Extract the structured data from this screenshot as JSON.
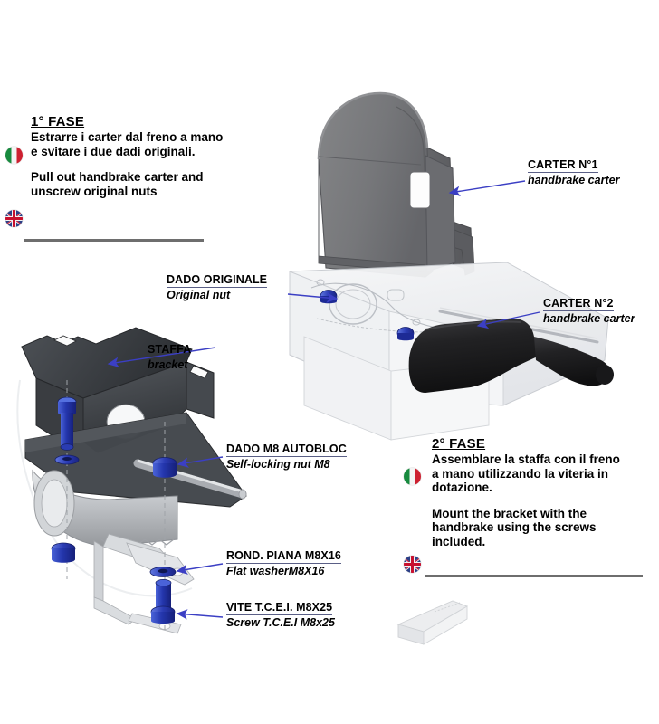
{
  "document": {
    "type": "assembly-instruction-diagram",
    "background_color": "#ffffff"
  },
  "colors": {
    "arrow": "#3b3fc4",
    "callout_underline": "#5a5f86",
    "rule": "#6e6e6e",
    "carter1_body": "#77787a",
    "carter1_dark": "#5f6062",
    "carter2_ghost": "#e9ebee",
    "bracket_dark": "#3f4246",
    "hardware_blue": "#2b44b8",
    "lever_black": "#1a1a1c",
    "tube_gray": "#bfc2c6",
    "flag_italy_green": "#178a3e",
    "flag_italy_red": "#cd2030",
    "flag_uk_blue": "#2b3f87",
    "flag_uk_red": "#c8102e"
  },
  "phase1": {
    "title": "1° FASE",
    "italian": "Estrarre i carter dal freno a mano e svitare i due dadi originali.",
    "english": "Pull out handbrake carter and unscrew original nuts",
    "flag_italian": "flag-italy-icon",
    "flag_english": "flag-uk-icon"
  },
  "phase2": {
    "title": "2° FASE",
    "italian": "Assemblare la staffa con il freno a mano utilizzando la viteria in dotazione.",
    "english": "Mount the bracket with the handbrake using the screws included.",
    "flag_italian": "flag-italy-icon",
    "flag_english": "flag-uk-icon"
  },
  "callouts": [
    {
      "id": "carter1",
      "it": "CARTER N°1",
      "en": "handbrake carter"
    },
    {
      "id": "carter2",
      "it": "CARTER N°2",
      "en": "handbrake carter"
    },
    {
      "id": "dado-originale",
      "it": "DADO ORIGINALE",
      "en": "Original nut"
    },
    {
      "id": "staffa",
      "it": "STAFFA",
      "en": "bracket"
    },
    {
      "id": "dado-m8",
      "it": "DADO M8 AUTOBLOC",
      "en": "Self-locking nut M8"
    },
    {
      "id": "rondella",
      "it": "ROND. PIANA M8X16",
      "en": "Flat washerM8X16"
    },
    {
      "id": "vite",
      "it": "VITE T.C.E.I. M8X25",
      "en": "Screw T.C.E.I M8x25"
    }
  ]
}
